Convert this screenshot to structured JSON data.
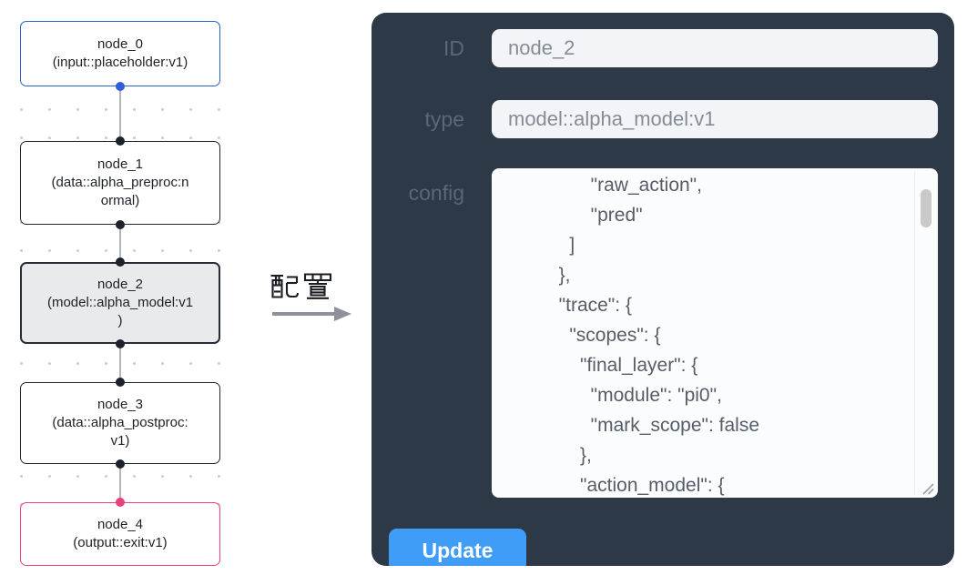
{
  "flow": {
    "nodes": [
      {
        "title": "node_0",
        "subtitle_lines": [
          "(input::placeholder:v1)"
        ]
      },
      {
        "title": "node_1",
        "subtitle_lines": [
          "(data::alpha_preproc:n",
          "ormal)"
        ]
      },
      {
        "title": "node_2",
        "subtitle_lines": [
          "(model::alpha_model:v1",
          ")"
        ]
      },
      {
        "title": "node_3",
        "subtitle_lines": [
          "(data::alpha_postproc:",
          "v1)"
        ]
      },
      {
        "title": "node_4",
        "subtitle_lines": [
          "(output::exit:v1)"
        ]
      }
    ],
    "colors": {
      "input_border": "#3060d0",
      "default_border": "#23272f",
      "selected_border": "#272c37",
      "selected_bg": "#e9eaec",
      "output_border": "#ed4181",
      "edge": "#b3b7bd"
    }
  },
  "annotation": {
    "label": "配置"
  },
  "panel": {
    "id_field": {
      "label": "ID",
      "value": "node_2"
    },
    "type_field": {
      "label": "type",
      "value": "model::alpha_model:v1"
    },
    "config_field": {
      "label": "config",
      "value": "        \"raw_action\",\n        \"pred\"\n    ]\n  },\n  \"trace\": {\n    \"scopes\": {\n      \"final_layer\": {\n        \"module\": \"pi0\",\n        \"mark_scope\": false\n      },\n      \"action_model\": {"
    },
    "update_button": "Update",
    "colors": {
      "panel_bg": "#2d3947",
      "field_bg": "#f2f4f7",
      "button_bg": "#3f9cf7"
    }
  }
}
